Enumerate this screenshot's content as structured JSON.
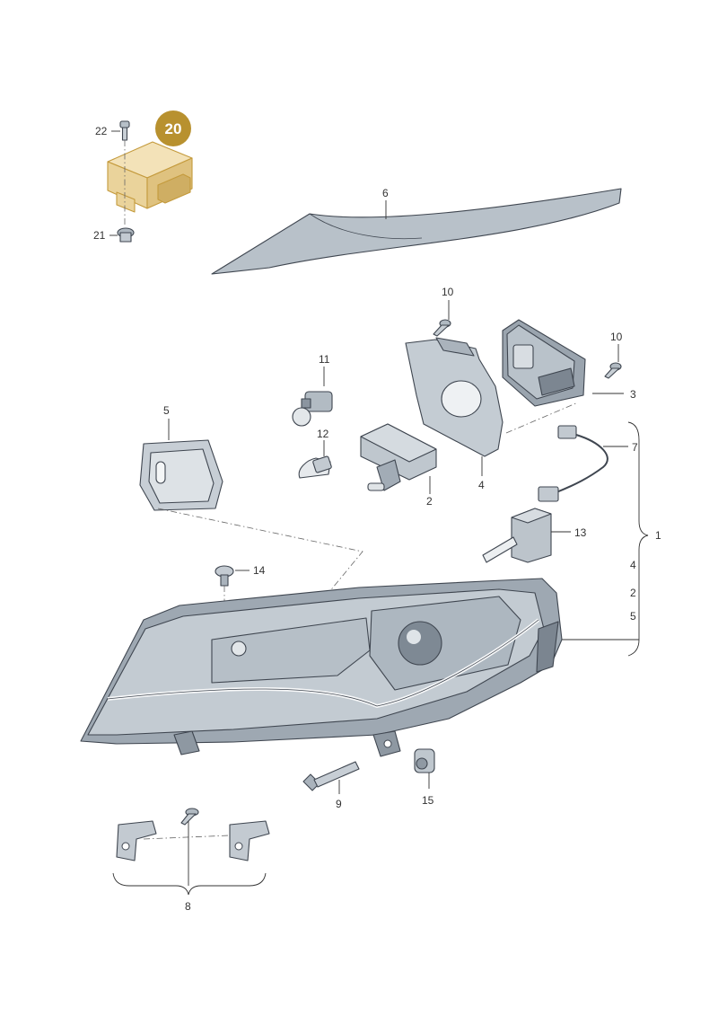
{
  "badge": {
    "number": "20",
    "color": "#b8912f"
  },
  "colors": {
    "part_fill": "#d7dde2",
    "part_shade": "#a9b3bc",
    "part_dark": "#6e7883",
    "highlight_fill": "#f3e2b8",
    "highlight_stroke": "#c49a3c"
  },
  "labels": {
    "p22": "22",
    "p21": "21",
    "p6": "6",
    "p10a": "10",
    "p10b": "10",
    "p11": "11",
    "p12": "12",
    "p3": "3",
    "p5": "5",
    "p2": "2",
    "p4": "4",
    "p7": "7",
    "p13": "13",
    "p1": "1",
    "g4": "4",
    "g2": "2",
    "g5": "5",
    "p14": "14",
    "p9": "9",
    "p15": "15",
    "p8": "8"
  }
}
